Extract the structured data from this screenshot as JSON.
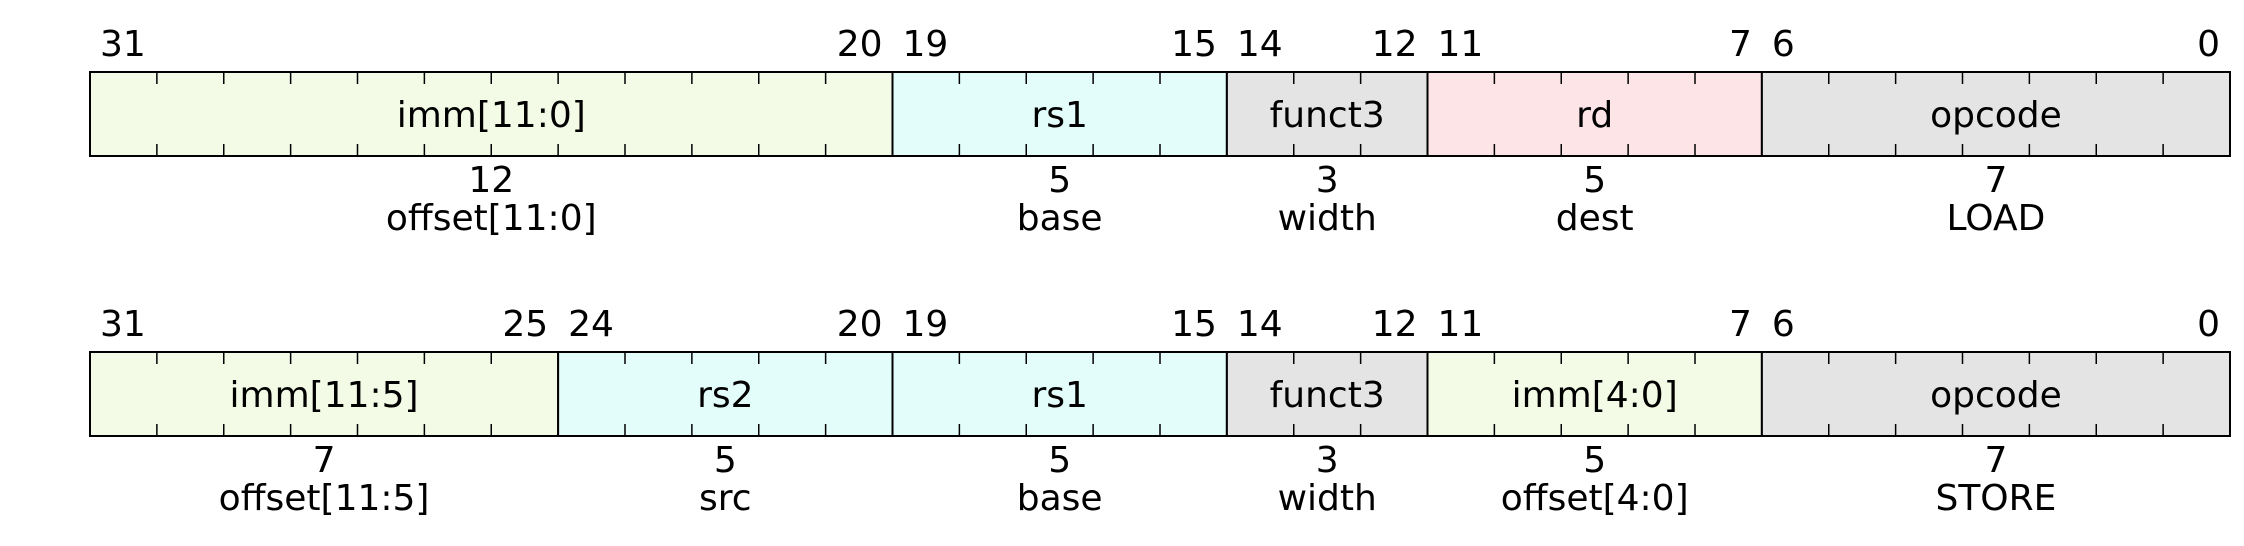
{
  "colors": {
    "imm": "#f3fbe6",
    "reg": "#e3fdfb",
    "funct": "#e4e4e4",
    "rd": "#fde4e6",
    "opcode": "#e4e4e4",
    "line": "#000000"
  },
  "formats": [
    {
      "name": "LOAD",
      "fields": [
        {
          "hi": "31",
          "lo": "20",
          "bits": 12,
          "label": "imm[11:0]",
          "width": "12",
          "desc": "offset[11:0]",
          "color": "imm"
        },
        {
          "hi": "19",
          "lo": "15",
          "bits": 5,
          "label": "rs1",
          "width": "5",
          "desc": "base",
          "color": "reg"
        },
        {
          "hi": "14",
          "lo": "12",
          "bits": 3,
          "label": "funct3",
          "width": "3",
          "desc": "width",
          "color": "funct"
        },
        {
          "hi": "11",
          "lo": "7",
          "bits": 5,
          "label": "rd",
          "width": "5",
          "desc": "dest",
          "color": "rd"
        },
        {
          "hi": "6",
          "lo": "0",
          "bits": 7,
          "label": "opcode",
          "width": "7",
          "desc": "LOAD",
          "color": "opcode"
        }
      ]
    },
    {
      "name": "STORE",
      "fields": [
        {
          "hi": "31",
          "lo": "25",
          "bits": 7,
          "label": "imm[11:5]",
          "width": "7",
          "desc": "offset[11:5]",
          "color": "imm"
        },
        {
          "hi": "24",
          "lo": "20",
          "bits": 5,
          "label": "rs2",
          "width": "5",
          "desc": "src",
          "color": "reg"
        },
        {
          "hi": "19",
          "lo": "15",
          "bits": 5,
          "label": "rs1",
          "width": "5",
          "desc": "base",
          "color": "reg"
        },
        {
          "hi": "14",
          "lo": "12",
          "bits": 3,
          "label": "funct3",
          "width": "3",
          "desc": "width",
          "color": "funct"
        },
        {
          "hi": "11",
          "lo": "7",
          "bits": 5,
          "label": "imm[4:0]",
          "width": "5",
          "desc": "offset[4:0]",
          "color": "imm"
        },
        {
          "hi": "6",
          "lo": "0",
          "bits": 7,
          "label": "opcode",
          "width": "7",
          "desc": "STORE",
          "color": "opcode"
        }
      ]
    }
  ]
}
